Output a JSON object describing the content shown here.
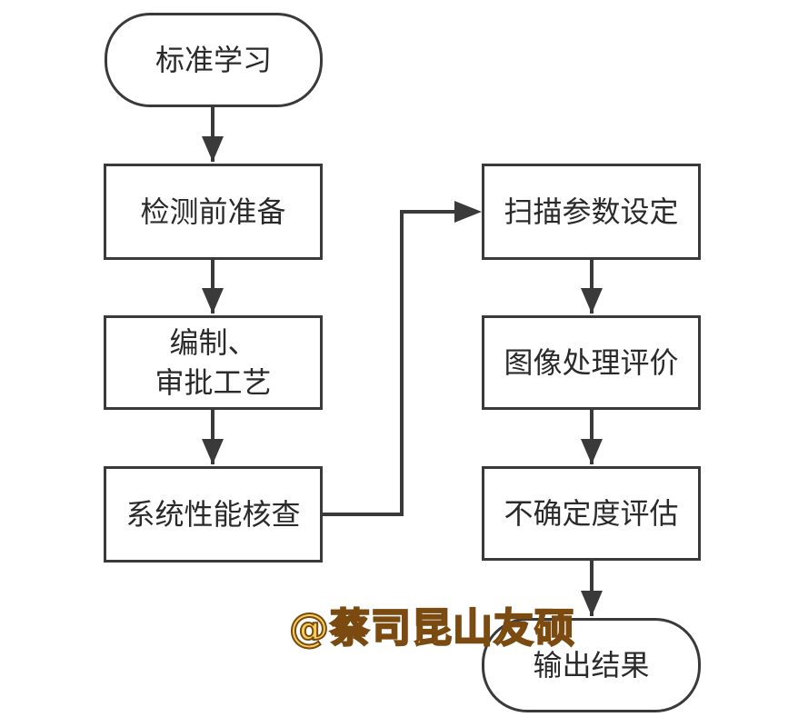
{
  "nodes": {
    "start": "标准学习",
    "prep": "检测前准备",
    "compile_line1": "编制、",
    "compile_line2": "审批工艺",
    "check": "系统性能核查",
    "scan": "扫描参数设定",
    "image": "图像处理评价",
    "uncertainty": "不确定度评估",
    "output": "输出结果"
  },
  "watermark": "@蔡司昆山友硕"
}
